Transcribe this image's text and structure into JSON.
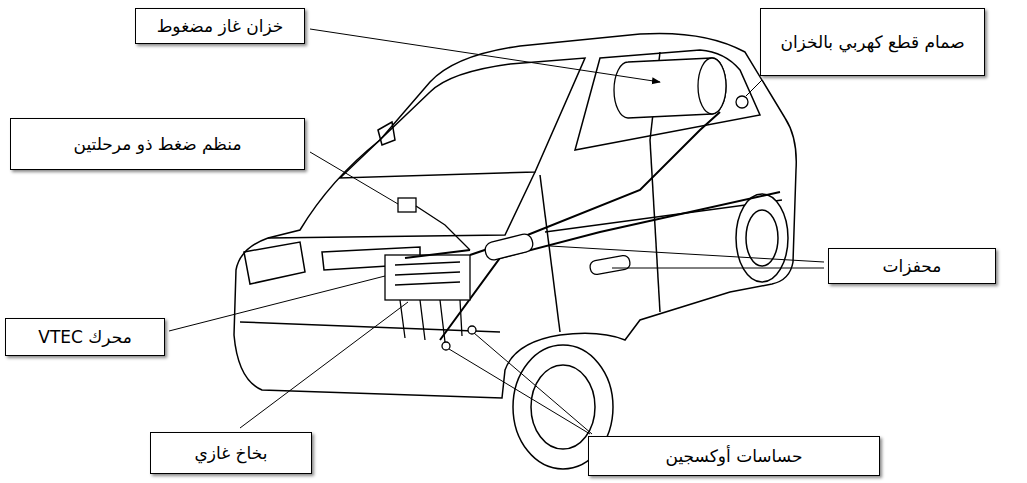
{
  "diagram": {
    "nodes": [
      {
        "text": [
          "خزان غاز مضغوط"
        ]
      },
      {
        "text": [
          "صمام قطع كهربي بالخزان"
        ]
      },
      {
        "text": [
          "منظم ضغط ذو مرحلتين"
        ]
      },
      {
        "text": [
          "محفزات"
        ]
      },
      {
        "text": [
          "محرك VTEC"
        ]
      },
      {
        "text": [
          "بخاخ غازي"
        ]
      },
      {
        "text": [
          "حساسات أوكسجين"
        ]
      }
    ]
  }
}
